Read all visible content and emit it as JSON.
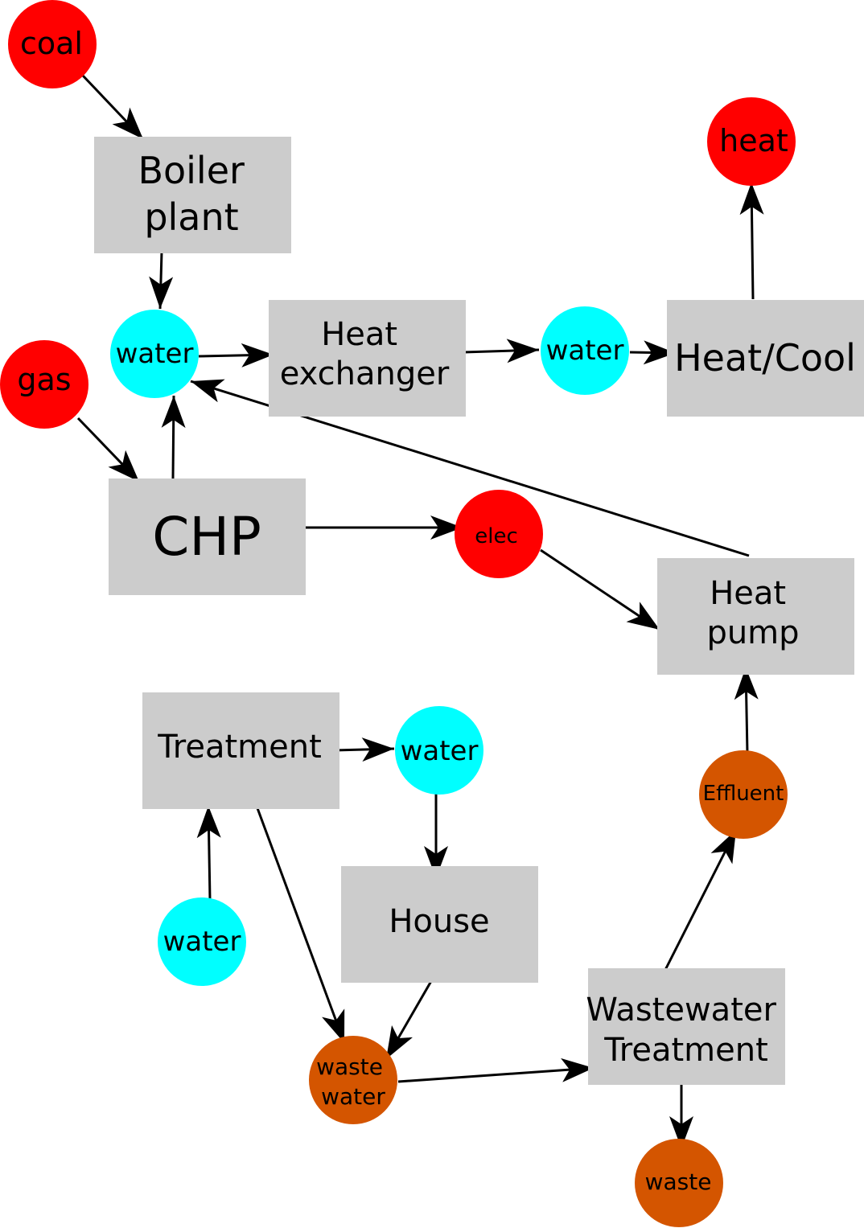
{
  "colors": {
    "process_fill": "#cccccc",
    "energy_fill": "#ff0000",
    "water_fill": "#00ffff",
    "waste_fill": "#d45500",
    "arrow": "#000000"
  },
  "processes": {
    "boiler_plant": [
      "Boiler",
      "plant"
    ],
    "heat_exchanger": [
      "Heat",
      "exchanger"
    ],
    "heat_cool": [
      "Heat/Cool"
    ],
    "chp": [
      "CHP"
    ],
    "heat_pump": [
      "Heat",
      "pump"
    ],
    "treatment": [
      "Treatment"
    ],
    "house": [
      "House"
    ],
    "wastewater_treatment": [
      "Wastewater",
      "Treatment"
    ]
  },
  "resources": {
    "coal": [
      "coal"
    ],
    "heat": [
      "heat"
    ],
    "gas": [
      "gas"
    ],
    "water_hub": [
      "water"
    ],
    "water_hx_out": [
      "water"
    ],
    "elec": [
      "elec"
    ],
    "water_treated": [
      "water"
    ],
    "water_source": [
      "water"
    ],
    "effluent": [
      "Effluent"
    ],
    "waste_water": [
      "waste",
      "water"
    ],
    "waste": [
      "waste"
    ]
  },
  "flows": [
    {
      "from": "coal",
      "to": "boiler_plant"
    },
    {
      "from": "boiler_plant",
      "to": "water_hub"
    },
    {
      "from": "water_hub",
      "to": "heat_exchanger"
    },
    {
      "from": "heat_exchanger",
      "to": "water_hx_out"
    },
    {
      "from": "water_hx_out",
      "to": "heat_cool"
    },
    {
      "from": "heat_cool",
      "to": "heat"
    },
    {
      "from": "gas",
      "to": "chp"
    },
    {
      "from": "chp",
      "to": "water_hub"
    },
    {
      "from": "chp",
      "to": "elec"
    },
    {
      "from": "heat_pump",
      "to": "water_hub"
    },
    {
      "from": "elec",
      "to": "heat_pump"
    },
    {
      "from": "effluent",
      "to": "heat_pump"
    },
    {
      "from": "treatment",
      "to": "water_treated"
    },
    {
      "from": "water_source",
      "to": "treatment"
    },
    {
      "from": "water_treated",
      "to": "house"
    },
    {
      "from": "treatment",
      "to": "waste_water"
    },
    {
      "from": "house",
      "to": "waste_water"
    },
    {
      "from": "waste_water",
      "to": "wastewater_treatment"
    },
    {
      "from": "wastewater_treatment",
      "to": "effluent"
    },
    {
      "from": "wastewater_treatment",
      "to": "waste"
    }
  ]
}
